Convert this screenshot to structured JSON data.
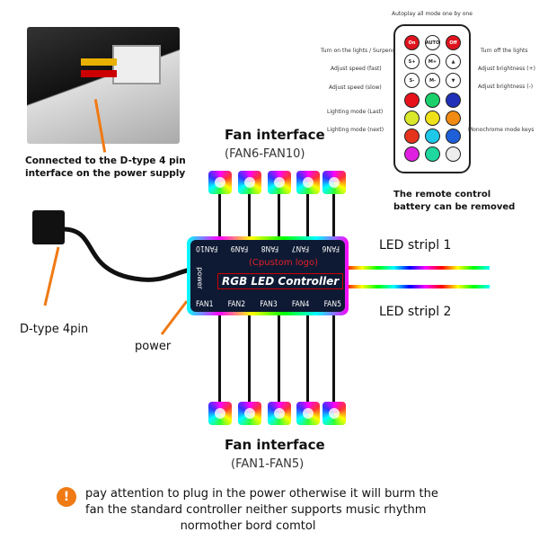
{
  "psu_caption": [
    "Connected to the D-type 4 pin",
    "interface on the power supply"
  ],
  "top_fans": {
    "title": "Fan interface",
    "range": "(FAN6-FAN10)"
  },
  "bottom_fans": {
    "title": "Fan interface",
    "range": "(FAN1-FAN5)"
  },
  "controller": {
    "top_labels": [
      "FAN10",
      "FAN9",
      "FAN8",
      "FAN7",
      "FAN6"
    ],
    "logo": "(Cpustom logo)",
    "name": "RGB LED Controller",
    "power": "power",
    "bottom_labels": [
      "FAN1",
      "FAN2",
      "FAN3",
      "FAN4",
      "FAN5"
    ]
  },
  "led_strips": [
    "LED stripl 1",
    "LED stripl 2"
  ],
  "dtype_label": "D-type 4pin",
  "power_label": "power",
  "remote": {
    "top_label": "Autoplay all mode one by one",
    "left_labels": [
      "Turn on the lights / Surpend",
      "Adjust speed (fast)",
      "Adjust speed (slow)",
      "Lighting mode (Last)",
      "Lighting mode (next)"
    ],
    "right_labels": [
      "Turn off the lights",
      "Adjust brightness (+)",
      "Adjust brightness (-)",
      "Monochrome mode keys"
    ],
    "buttons": [
      [
        "On",
        "AUTO",
        "Off"
      ],
      [
        "S+",
        "M+",
        "▲"
      ],
      [
        "S-",
        "M-",
        "▼"
      ]
    ],
    "color_keys": [
      [
        "#e8121b",
        "#19d06a",
        "#2130b8"
      ],
      [
        "#d9e82a",
        "#f0e21a",
        "#f08a12"
      ],
      [
        "#e6331c",
        "#1ec8e8",
        "#1f5fd8"
      ],
      [
        "#e020e0",
        "#1ed8a0",
        "#eeeeee"
      ]
    ],
    "caption": [
      "The remote control",
      "battery can be removed"
    ]
  },
  "warning": {
    "icon": "warning-icon",
    "lines": [
      "pay attention to plug in the power otherwise it will burm the",
      "fan the standard controller neither supports music rhythm",
      "normother bord comtol"
    ]
  }
}
